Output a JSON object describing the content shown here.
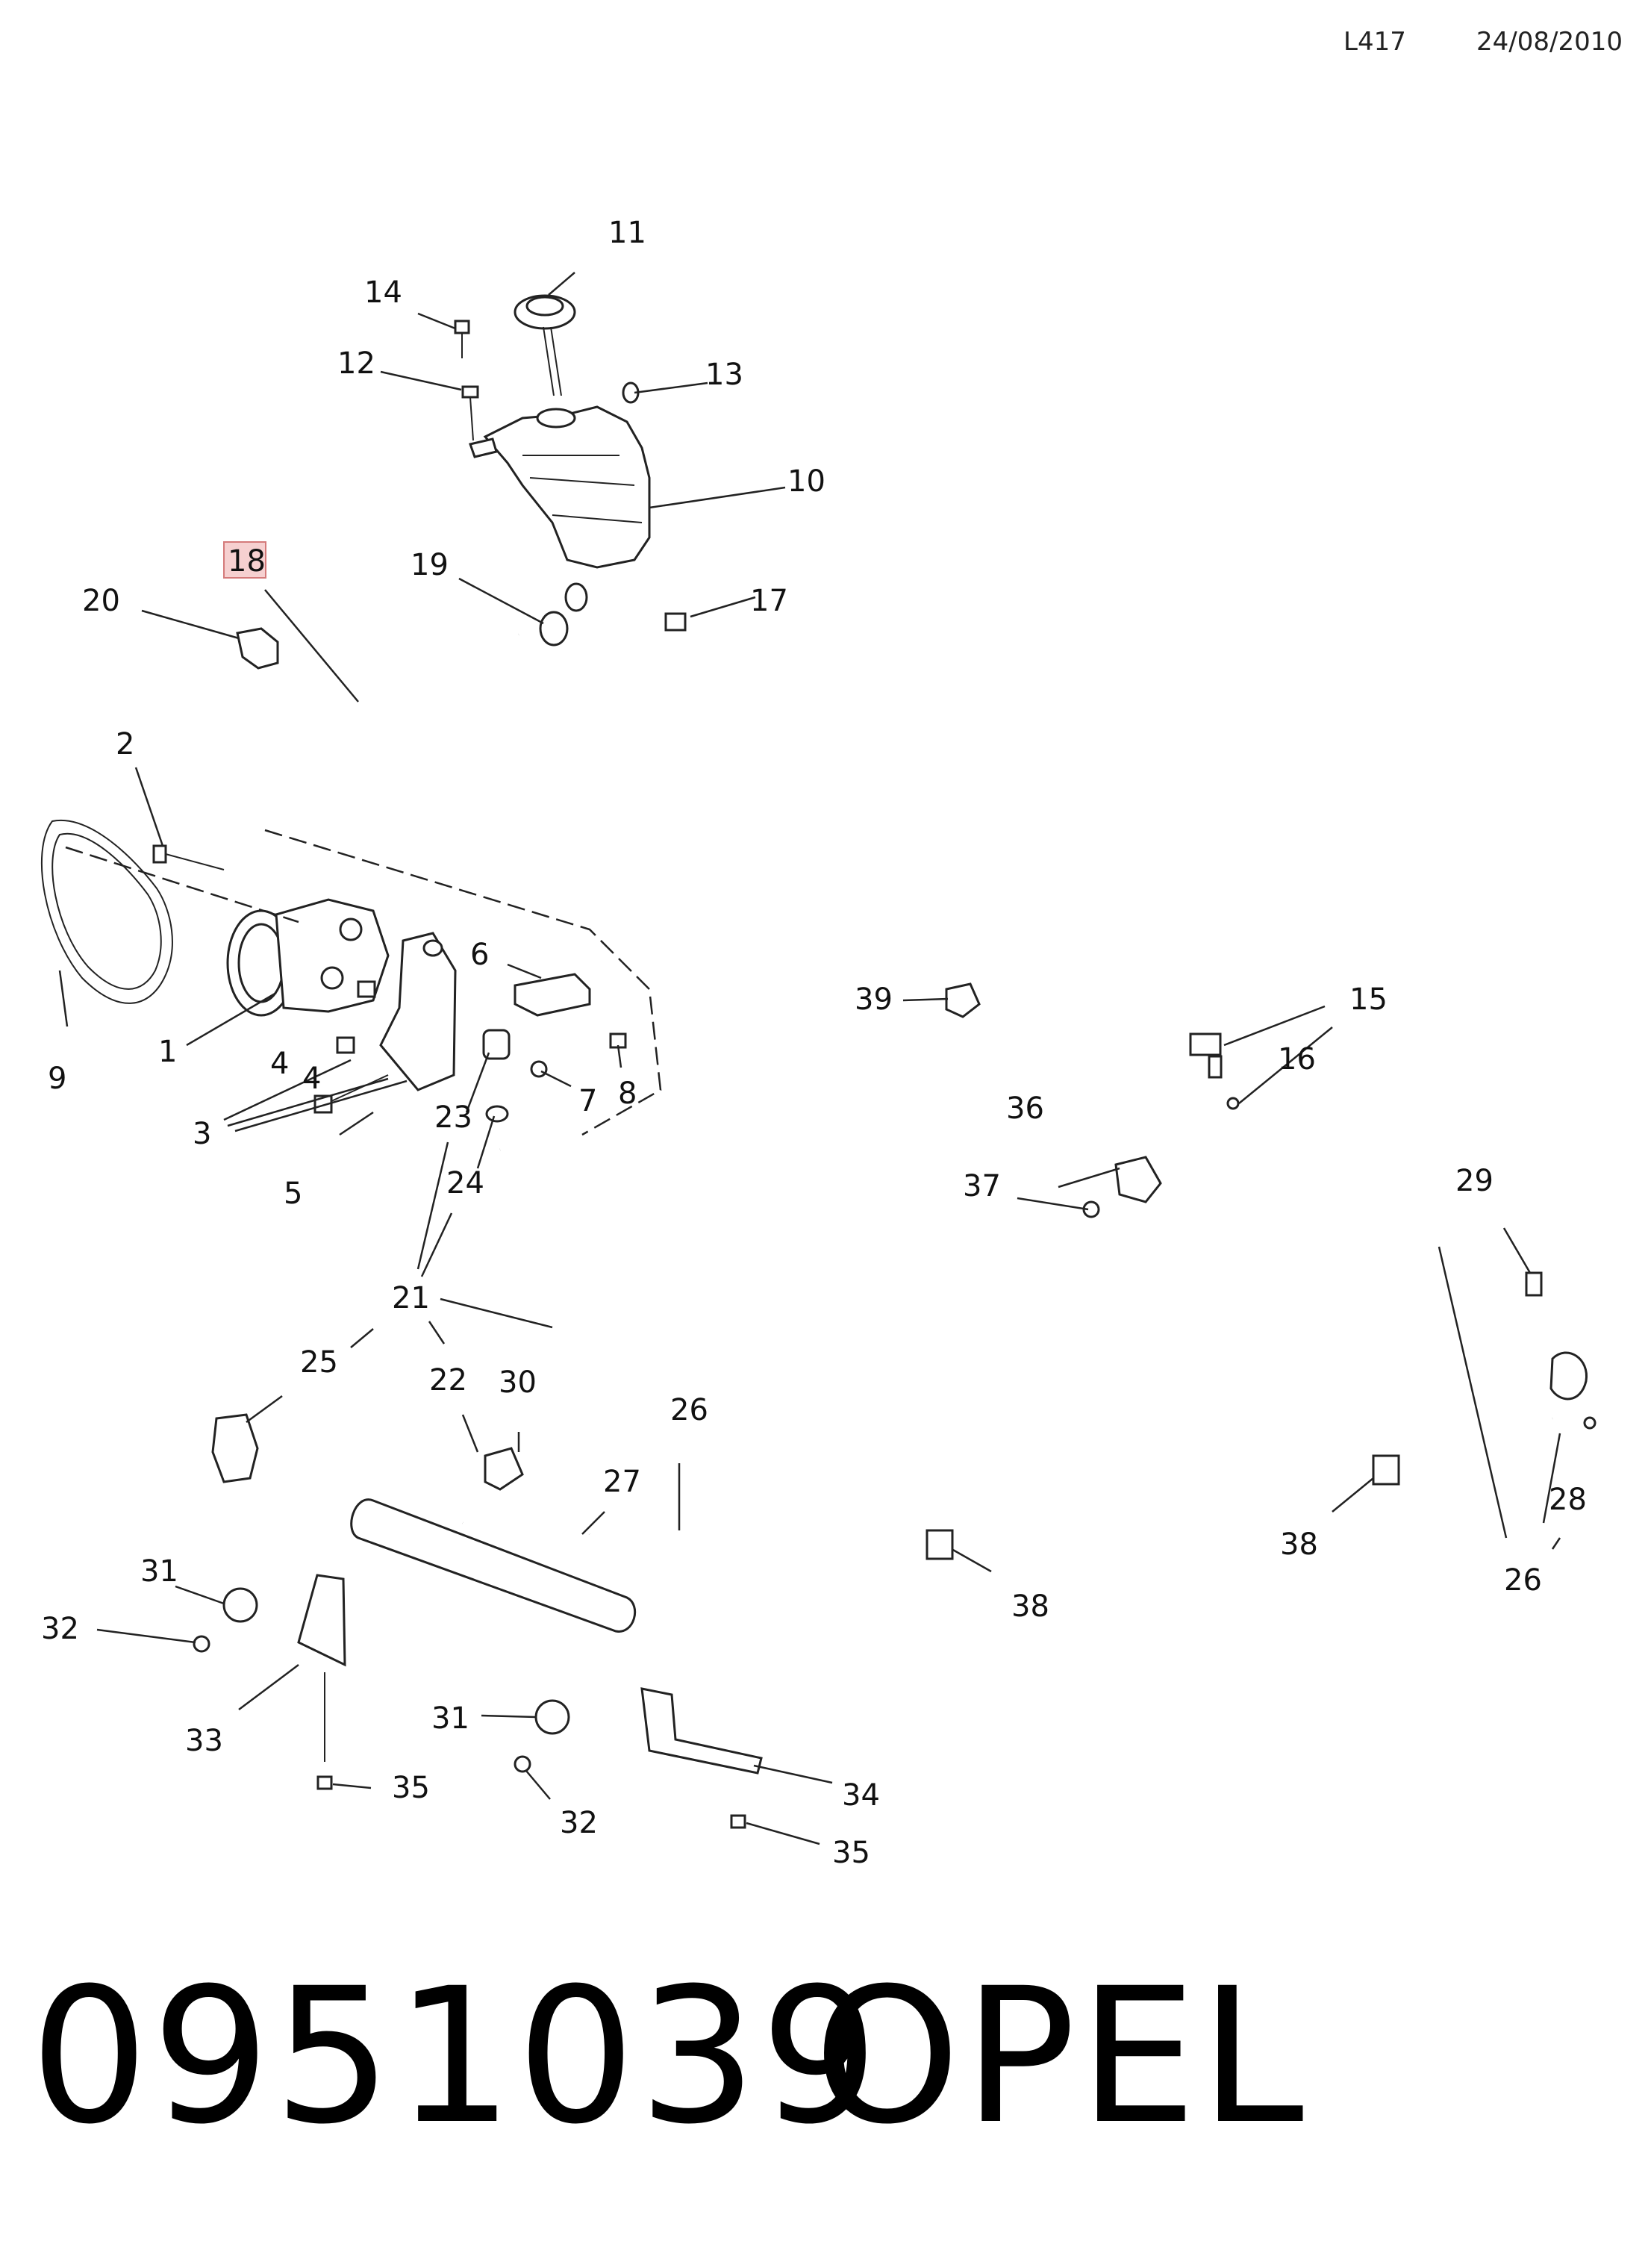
{
  "header": {
    "code": "L417",
    "date": "24/08/2010"
  },
  "footer": {
    "part_number": "0951039",
    "brand": "OPEL"
  },
  "highlighted_callout": "18",
  "callouts": [
    "1",
    "2",
    "3",
    "4",
    "4",
    "5",
    "6",
    "7",
    "8",
    "9",
    "10",
    "11",
    "12",
    "13",
    "14",
    "15",
    "16",
    "17",
    "18",
    "19",
    "20",
    "21",
    "22",
    "23",
    "24",
    "25",
    "26",
    "26",
    "27",
    "28",
    "29",
    "30",
    "31",
    "31",
    "32",
    "32",
    "33",
    "34",
    "35",
    "35",
    "36",
    "37",
    "38",
    "38",
    "39"
  ]
}
